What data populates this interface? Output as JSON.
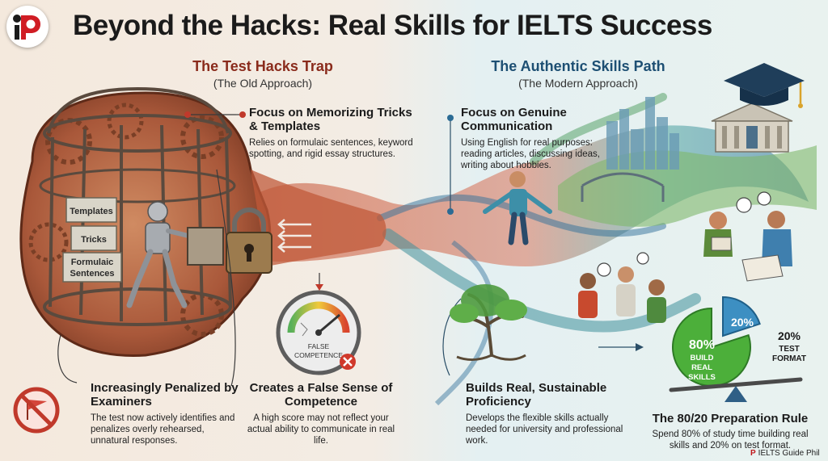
{
  "header": {
    "title": "Beyond the Hacks: Real Skills for IELTS Success"
  },
  "left": {
    "heading": "The Test Hacks Trap",
    "subheading": "(The Old Approach)",
    "cards": [
      "Templates",
      "Tricks",
      "Formulaic Sentences"
    ],
    "focus": {
      "title": "Focus on Memorizing Tricks & Templates",
      "body": "Relies on formulaic sentences, keyword spotting, and rigid essay structures."
    },
    "penalized": {
      "title": "Increasingly Penalized by Examiners",
      "body": "The test now actively identifies and penalizes overly rehearsed, unnatural responses."
    },
    "false_sense": {
      "title": "Creates a False Sense of Competence",
      "body": "A high score may not reflect your actual ability to communicate in real life."
    },
    "gauge_label": "FALSE COMPETENCE"
  },
  "right": {
    "heading": "The Authentic Skills Path",
    "subheading": "(The Modern Approach)",
    "focus": {
      "title": "Focus on Genuine Communication",
      "body": "Using English for real purposes: reading articles, discussing ideas, writing about hobbies."
    },
    "builds": {
      "title": "Builds Real, Sustainable Proficiency",
      "body": "Develops the flexible skills actually needed for university and professional work."
    },
    "rule": {
      "title": "The 80/20 Preparation Rule",
      "body": "Spend 80% of study time building real skills and 20% on test format.",
      "big_pct": "80%",
      "big_label": "BUILD REAL SKILLS",
      "small_pct": "20%",
      "side_pct": "20%",
      "side_label": "TEST FORMAT"
    }
  },
  "brand": {
    "logo_letter": "P",
    "watermark": "IELTS Guide Phil"
  },
  "colors": {
    "left_accent": "#c0392b",
    "right_accent": "#2b6b94",
    "pie_green": "#4caf3a",
    "pie_blue": "#3d8fc2"
  }
}
